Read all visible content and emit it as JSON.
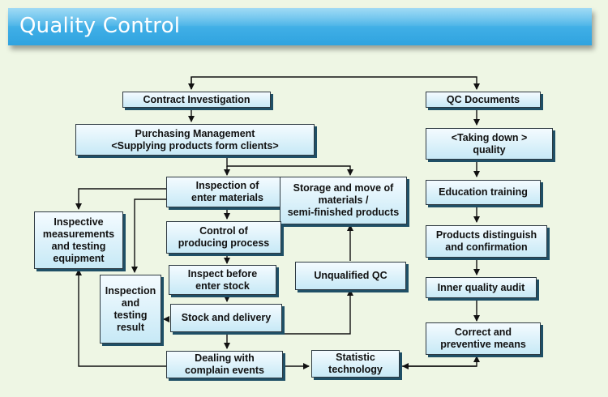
{
  "header": {
    "title": "Quality Control"
  },
  "nodes": {
    "contract": "Contract Investigation",
    "qc_docs": "QC Documents",
    "purchasing": "Purchasing Management\n<Supplying products form clients>",
    "taking_down": "<Taking down >\nquality",
    "inspection_enter": "Inspection of\nenter materials",
    "storage_move": "Storage and move of\nmaterials /\nsemi-finished products",
    "education": "Education training",
    "inspective": "Inspective\nmeasurements\nand testing\nequipment",
    "control_process": "Control of\nproducing process",
    "products_dist": "Products distinguish\nand confirmation",
    "inspect_before": "Inspect before\nenter stock",
    "unqualified": "Unqualified QC",
    "inspection_result": "Inspection\nand\ntesting\nresult",
    "inner_audit": "Inner quality audit",
    "stock_delivery": "Stock and delivery",
    "correct": "Correct and\npreventive means",
    "dealing": "Dealing with\ncomplain events",
    "statistic": "Statistic\ntechnology"
  }
}
